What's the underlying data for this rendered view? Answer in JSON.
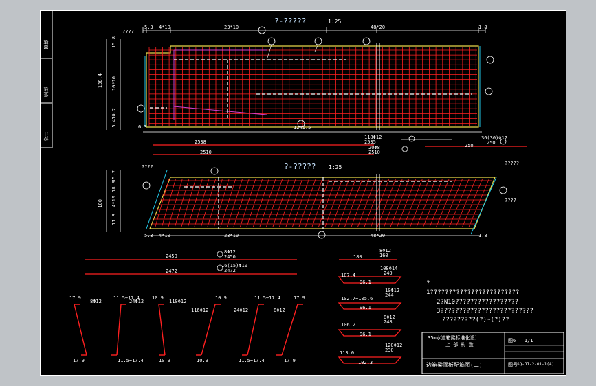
{
  "sheet": {
    "side_labels": [
      "审核",
      "复核",
      "设计"
    ],
    "elevation_title": "?-?????",
    "elevation_scale": "1:25",
    "plan_title": "?-?????",
    "plan_scale": "1:25",
    "top_dims": [
      "5.3",
      "4*10",
      "23*10",
      "48*20",
      "1.8"
    ],
    "left_dims": [
      "15.8",
      "138.4",
      "10*10",
      "10.2",
      "5.4",
      "6.3"
    ],
    "bottom_dim": "1241.5",
    "label_qty_top": "????",
    "label_qty_mid": "????",
    "label_qty_right": "????",
    "plan_left_dims": [
      "15.7",
      "18.9",
      "100",
      "4*10",
      "11.8"
    ],
    "plan_right_label": "?????",
    "plan_right_label2": "????",
    "bar_dims_top": [
      "2538",
      "2510",
      "250"
    ],
    "bar_notes_top": [
      "118Φ12",
      "2535",
      "20Φ8",
      "2510",
      "36(30)Φ12",
      "250"
    ],
    "bar_dims_mid": [
      "2450",
      "2472",
      "180"
    ],
    "bar_notes_mid": [
      "8Φ12",
      "2450",
      "16(15)Φ10",
      "2472",
      "8Φ12",
      "160"
    ],
    "stirrup_dims": [
      "107.4",
      "96.1",
      "102.7~105.6",
      "96.1",
      "106.2",
      "96.1",
      "113.0",
      "102.3"
    ],
    "stirrup_notes": [
      "108Φ14",
      "240",
      "10Φ12",
      "244",
      "8Φ12",
      "248",
      "120Φ12",
      "230"
    ],
    "hook_top": [
      "17.9",
      "11.5~17.4",
      "10.9",
      "10.9",
      "11.5~17.4",
      "17.9"
    ],
    "hook_bottom": [
      "17.9",
      "11.5~17.4",
      "10.9",
      "10.9",
      "11.5~17.4",
      "17.9"
    ],
    "hook_notes": [
      "8Φ12",
      "24Φ12",
      "110Φ12",
      "116Φ12",
      "24Φ12",
      "8Φ12"
    ],
    "notes_title": "?",
    "notes": [
      "1????????????????????????",
      "2?N10?????????????????",
      "3?????????????????????????",
      "?????????(?)~(?)??"
    ],
    "titleblock": {
      "project": "35m水道箱梁标准化设计",
      "sub": "上 部 构 造",
      "drawing": "边箱梁顶板配筋图(二)",
      "no_label": "图号",
      "no": "SQ-JT-2-01-1(A)",
      "sheet": "图6 — 1/1"
    }
  }
}
